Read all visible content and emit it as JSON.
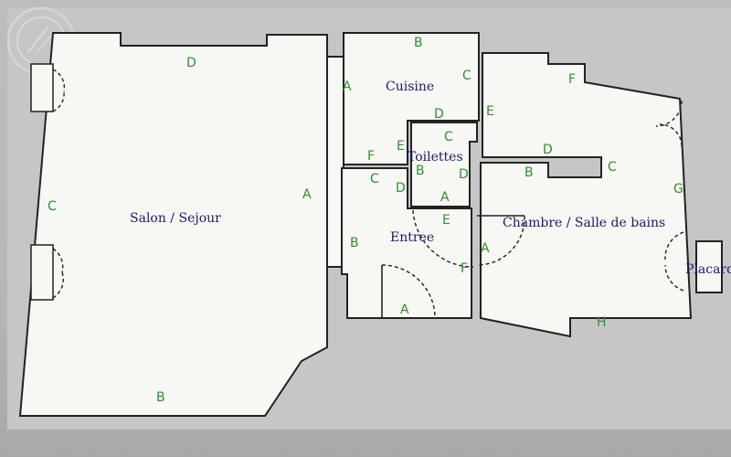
{
  "rooms": {
    "salon": "Salon / Sejour",
    "cuisine": "Cuisine",
    "toilettes": "Toilettes",
    "entree": "Entree",
    "chambre": "Chambre / Salle de bains",
    "placard": "Placard"
  },
  "wall_labels": {
    "salon_d": "D",
    "salon_c": "C",
    "salon_a": "A",
    "salon_b": "B",
    "cuisine_b": "B",
    "cuisine_c": "C",
    "cuisine_a": "A",
    "cuisine_d": "D",
    "cuisine_f": "F",
    "cuisine_e": "E",
    "toil_c": "C",
    "toil_b": "B",
    "toil_d": "D",
    "toil_a": "A",
    "toil_e": "E",
    "entree_c": "C",
    "entree_d": "D",
    "entree_b": "B",
    "entree_a": "A",
    "entree_f": "F",
    "chambre_e": "E",
    "chambre_f": "F",
    "chambre_d": "D",
    "chambre_b": "B",
    "chambre_c": "C",
    "chambre_g": "G",
    "chambre_a": "A",
    "chambre_h": "H"
  },
  "colors": {
    "labels": "#2f8f2f",
    "room_names": "#1b1b6b",
    "walls": "#222222"
  }
}
